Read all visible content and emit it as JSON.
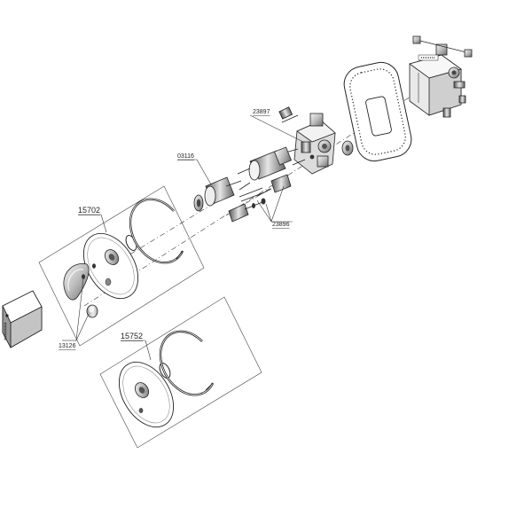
{
  "diagram": {
    "labels": {
      "kit_15702": "15702",
      "kit_15752": "15752",
      "part_03116": "03116",
      "part_23897": "23897",
      "part_23896": "23896",
      "part_13126": "13126"
    }
  }
}
